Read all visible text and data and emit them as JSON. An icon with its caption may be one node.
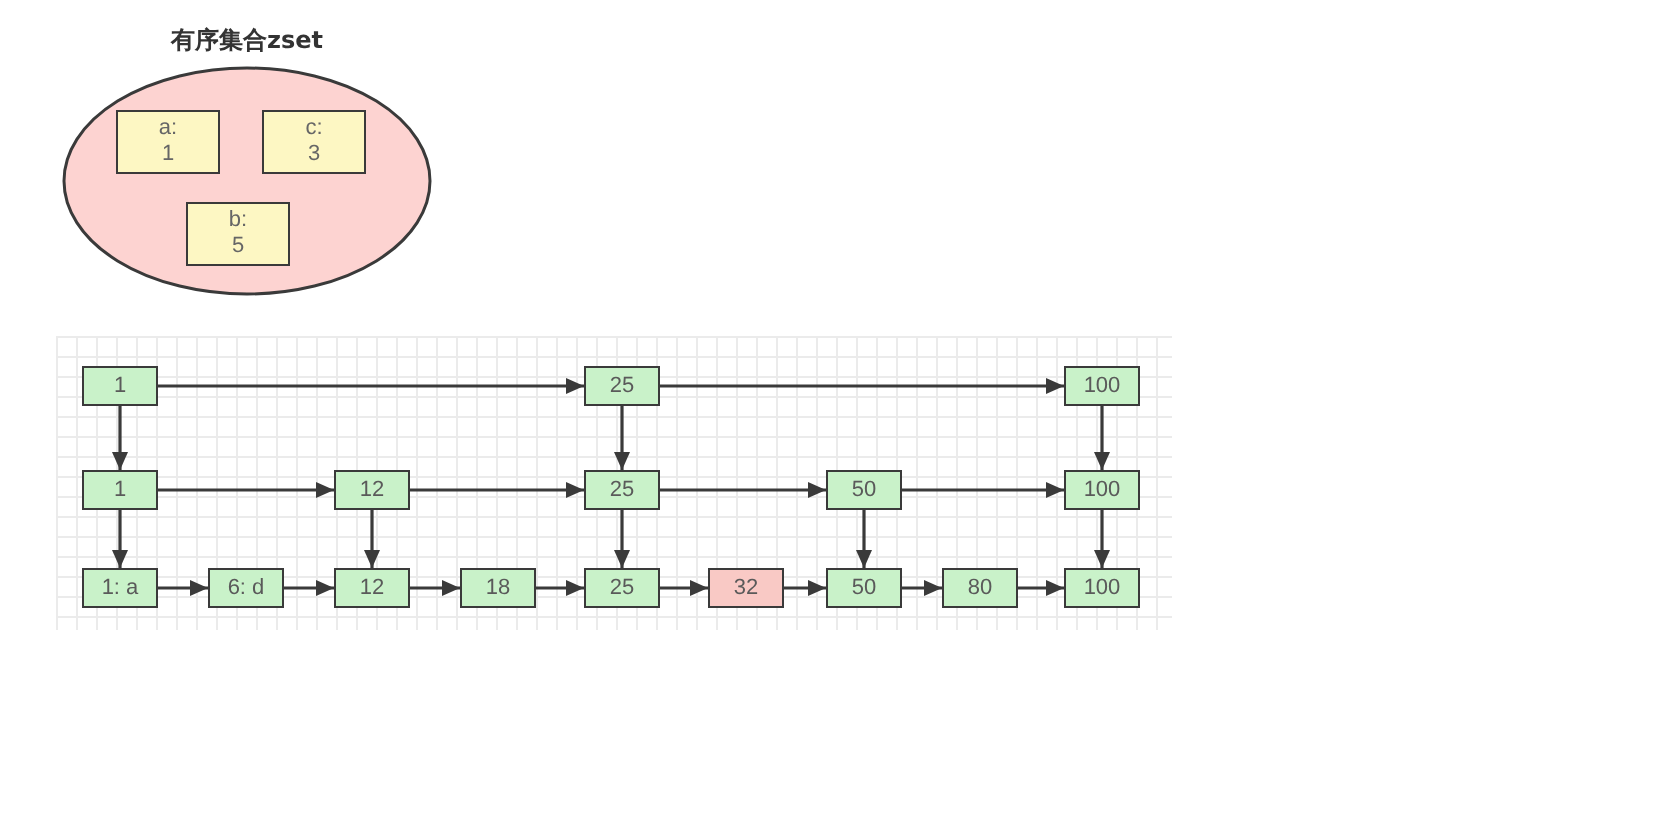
{
  "diagram": {
    "nodes": [
      {
        "text": [
          "有序集合zset"
        ]
      },
      {
        "text": [
          "a: 1"
        ],
        "in": 0
      },
      {
        "text": [
          "c: 3"
        ],
        "in": 0
      },
      {
        "text": [
          "b: 5"
        ],
        "in": 0
      },
      {
        "text": [
          "1"
        ]
      },
      {
        "text": [
          "25"
        ]
      },
      {
        "text": [
          "100"
        ]
      },
      {
        "text": [
          "1"
        ]
      },
      {
        "text": [
          "12"
        ]
      },
      {
        "text": [
          "25"
        ]
      },
      {
        "text": [
          "50"
        ]
      },
      {
        "text": [
          "100"
        ]
      },
      {
        "text": [
          "1: a"
        ]
      },
      {
        "text": [
          "6: d"
        ]
      },
      {
        "text": [
          "12"
        ]
      },
      {
        "text": [
          "18"
        ]
      },
      {
        "text": [
          "25"
        ]
      },
      {
        "text": [
          "32"
        ]
      },
      {
        "text": [
          "50"
        ]
      },
      {
        "text": [
          "80"
        ]
      },
      {
        "text": [
          "100"
        ]
      }
    ],
    "edges": [
      {
        "from": 4,
        "to": 5,
        "arrow": "to"
      },
      {
        "from": 5,
        "to": 6,
        "arrow": "to"
      },
      {
        "from": 4,
        "to": 7,
        "arrow": "to"
      },
      {
        "from": 5,
        "to": 9,
        "arrow": "to"
      },
      {
        "from": 6,
        "to": 11,
        "arrow": "to"
      },
      {
        "from": 7,
        "to": 8,
        "arrow": "to"
      },
      {
        "from": 8,
        "to": 9,
        "arrow": "to"
      },
      {
        "from": 9,
        "to": 10,
        "arrow": "to"
      },
      {
        "from": 10,
        "to": 11,
        "arrow": "to"
      },
      {
        "from": 7,
        "to": 12,
        "arrow": "to"
      },
      {
        "from": 8,
        "to": 14,
        "arrow": "to"
      },
      {
        "from": 9,
        "to": 16,
        "arrow": "to"
      },
      {
        "from": 10,
        "to": 18,
        "arrow": "to"
      },
      {
        "from": 11,
        "to": 20,
        "arrow": "to"
      },
      {
        "from": 12,
        "to": 13,
        "arrow": "to"
      },
      {
        "from": 13,
        "to": 14,
        "arrow": "to"
      },
      {
        "from": 14,
        "to": 15,
        "arrow": "to"
      },
      {
        "from": 15,
        "to": 16,
        "arrow": "to"
      },
      {
        "from": 16,
        "to": 17,
        "arrow": "to"
      },
      {
        "from": 17,
        "to": 18,
        "arrow": "to"
      },
      {
        "from": 18,
        "to": 19,
        "arrow": "to"
      },
      {
        "from": 19,
        "to": 20,
        "arrow": "to"
      }
    ]
  }
}
